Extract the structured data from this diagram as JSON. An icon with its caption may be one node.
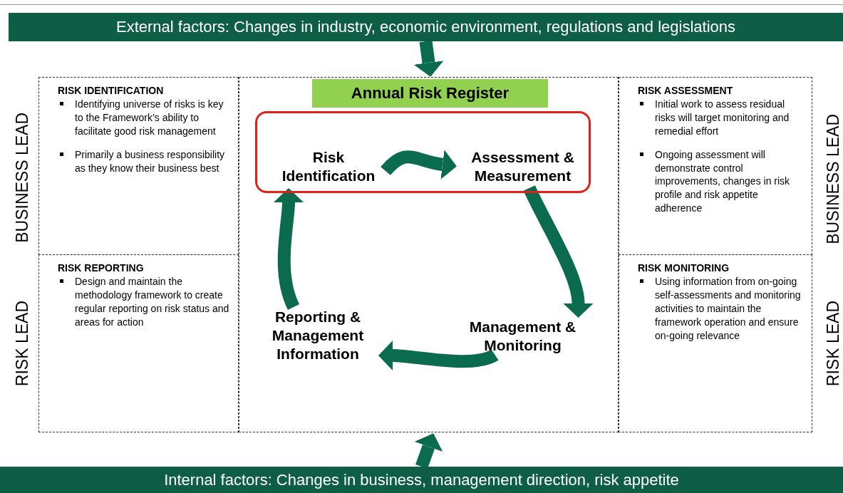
{
  "diagram": {
    "nodes": [
      {
        "text": [
          "External factors: Changes in industry, economic environment, regulations and legislations"
        ]
      },
      {
        "text": [
          "RISK IDENTIFICATION",
          "Identifying universe of risks is key to the Framework’s ability to facilitate good risk management",
          "Primarily a business responsibility as they know their business best"
        ]
      },
      {
        "text": [],
        "shape": "box"
      },
      {
        "text": [
          "Annual Risk Register"
        ],
        "in": 2
      },
      {
        "text": [],
        "shape": "box",
        "in": 2
      },
      {
        "text": [
          "Risk Identification"
        ],
        "in": 4
      },
      {
        "text": [
          "Assessment & Measurement"
        ],
        "in": 4
      },
      {
        "text": [
          "RISK ASSESSMENT",
          "Initial work to assess residual risks will target monitoring and remedial effort",
          "Ongoing assessment will demonstrate control improvements, changes in risk profile and risk appetite adherence"
        ]
      },
      {
        "text": [
          "RISK REPORTING",
          "Design and maintain the methodology framework to create regular reporting on risk status and areas for action"
        ]
      },
      {
        "text": [
          "Reporting & Management Information"
        ],
        "in": 2
      },
      {
        "text": [
          "Management & Monitoring"
        ],
        "in": 2
      },
      {
        "text": [
          "RISK MONITORING",
          "Using information from on-going self-assessments and monitoring activities to maintain the framework operation and ensure on-going relevance"
        ]
      },
      {
        "text": [
          "Internal factors: Changes in business, management direction, risk appetite"
        ]
      }
    ],
    "edges": [
      {
        "from": 0,
        "to": 2,
        "arrow": "to"
      },
      {
        "from": 5,
        "to": 6,
        "arrow": "to"
      },
      {
        "from": 6,
        "to": 10,
        "arrow": "to"
      },
      {
        "from": 10,
        "to": 9,
        "arrow": "to"
      },
      {
        "from": 9,
        "to": 5,
        "arrow": "to"
      },
      {
        "from": 12,
        "to": 2,
        "arrow": "to"
      }
    ],
    "labels": [
      "BUSINESS LEAD",
      "BUSINESS LEAD",
      "RISK LEAD",
      "RISK LEAD"
    ]
  }
}
